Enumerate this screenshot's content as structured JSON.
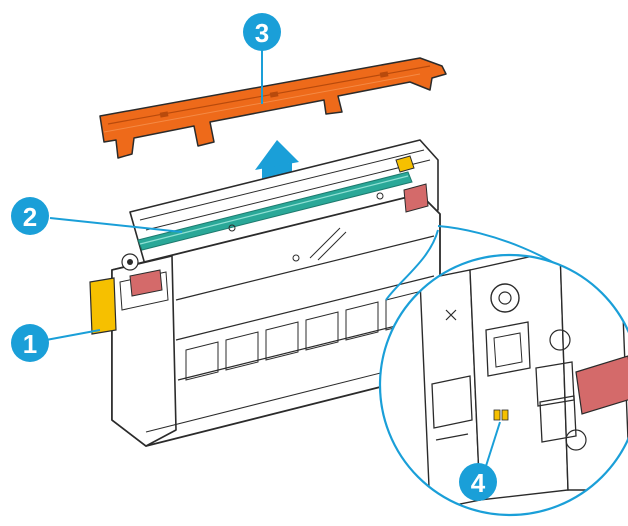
{
  "callouts": [
    {
      "id": "1",
      "label": "1"
    },
    {
      "id": "2",
      "label": "2"
    },
    {
      "id": "3",
      "label": "3"
    },
    {
      "id": "4",
      "label": "4"
    }
  ],
  "colors": {
    "callout_fill": "#1a9fd8",
    "leader_line": "#1a9fd8",
    "orange_cover": "#ee6a1a",
    "drum_teal": "#2aa898",
    "toner_yellow": "#f6c000",
    "tab_red": "#d46a6a",
    "line_art": "#2b2b2b",
    "body_fill": "#ffffff"
  },
  "icons": {
    "arrow": "up-arrow-icon",
    "magnifier": "zoom-circle"
  }
}
